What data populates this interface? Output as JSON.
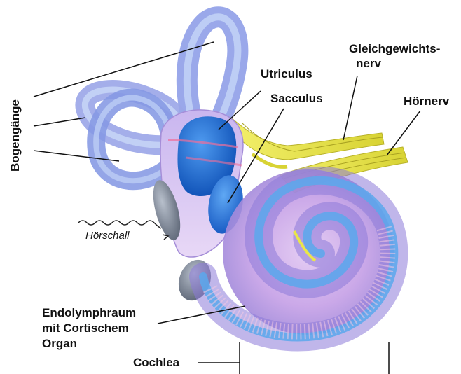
{
  "labels": {
    "bogengaenge": "Bogengänge",
    "utriculus": "Utriculus",
    "sacculus": "Sacculus",
    "gleichgewichtsnerv_line1": "Gleichgewichts-",
    "gleichgewichtsnerv_line2": "nerv",
    "hoernerv": "Hörnerv",
    "hoerschall": "Hörschall",
    "endolymph_line1": "Endolymphraum",
    "endolymph_line2": "mit Cortischem",
    "endolymph_line3": "Organ",
    "cochlea": "Cochlea"
  },
  "colors": {
    "canal_outer": "#b9a6e6",
    "canal_inner": "#7fb5f2",
    "utriculus": "#1f6fd6",
    "nerve": "#e9e64a",
    "cochlea_outer": "#c7a3e6",
    "cochlea_inner": "#5aa8ec",
    "window": "#8a95a8"
  }
}
